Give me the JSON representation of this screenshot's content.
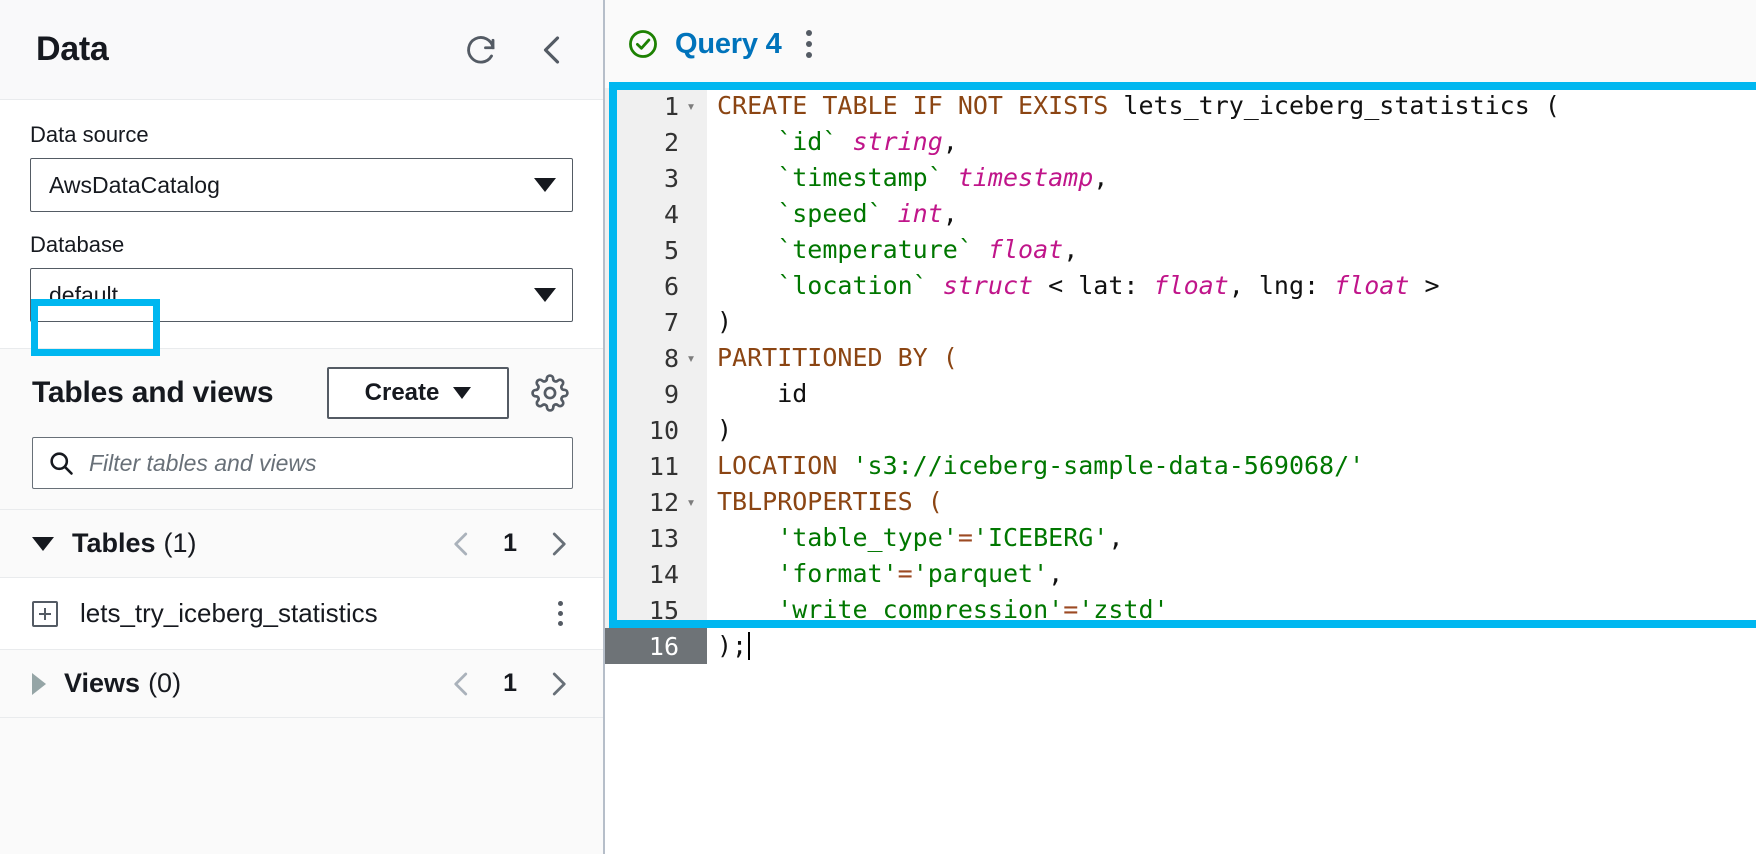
{
  "sidebar": {
    "title": "Data",
    "refresh_icon": "refresh-icon",
    "collapse_icon": "chevron-left-icon",
    "data_source": {
      "label": "Data source",
      "value": "AwsDataCatalog"
    },
    "database": {
      "label": "Database",
      "value": "default"
    },
    "tables_and_views": {
      "title": "Tables and views",
      "create_label": "Create",
      "settings_icon": "gear-icon",
      "filter_placeholder": "Filter tables and views"
    },
    "groups": [
      {
        "name": "Tables",
        "count": "(1)",
        "expanded": true,
        "page": "1"
      },
      {
        "name": "Views",
        "count": "(0)",
        "expanded": false,
        "page": "1"
      }
    ],
    "tables": [
      {
        "name": "lets_try_iceberg_statistics"
      }
    ]
  },
  "editor": {
    "tab": {
      "label": "Query 4",
      "status_icon": "check-circle-icon",
      "menu_icon": "kebab-menu-icon"
    },
    "lines": [
      {
        "num": "1",
        "fold": true,
        "tokens": [
          {
            "t": "CREATE TABLE IF NOT EXISTS ",
            "c": "tok-kw"
          },
          {
            "t": "lets_try_iceberg_statistics (",
            "c": "tok-plain"
          }
        ]
      },
      {
        "num": "2",
        "fold": false,
        "tokens": [
          {
            "t": "    `id` ",
            "c": "tok-str"
          },
          {
            "t": "string",
            "c": "tok-type"
          },
          {
            "t": ",",
            "c": "tok-plain"
          }
        ]
      },
      {
        "num": "3",
        "fold": false,
        "tokens": [
          {
            "t": "    `timestamp` ",
            "c": "tok-str"
          },
          {
            "t": "timestamp",
            "c": "tok-type"
          },
          {
            "t": ",",
            "c": "tok-plain"
          }
        ]
      },
      {
        "num": "4",
        "fold": false,
        "tokens": [
          {
            "t": "    `speed` ",
            "c": "tok-str"
          },
          {
            "t": "int",
            "c": "tok-type"
          },
          {
            "t": ",",
            "c": "tok-plain"
          }
        ]
      },
      {
        "num": "5",
        "fold": false,
        "tokens": [
          {
            "t": "    `temperature` ",
            "c": "tok-str"
          },
          {
            "t": "float",
            "c": "tok-type"
          },
          {
            "t": ",",
            "c": "tok-plain"
          }
        ]
      },
      {
        "num": "6",
        "fold": false,
        "tokens": [
          {
            "t": "    `location` ",
            "c": "tok-str"
          },
          {
            "t": "struct",
            "c": "tok-type"
          },
          {
            "t": " < lat: ",
            "c": "tok-plain"
          },
          {
            "t": "float",
            "c": "tok-type"
          },
          {
            "t": ", lng: ",
            "c": "tok-plain"
          },
          {
            "t": "float",
            "c": "tok-type"
          },
          {
            "t": " >",
            "c": "tok-plain"
          }
        ]
      },
      {
        "num": "7",
        "fold": false,
        "tokens": [
          {
            "t": ")",
            "c": "tok-plain"
          }
        ]
      },
      {
        "num": "8",
        "fold": true,
        "tokens": [
          {
            "t": "PARTITIONED BY (",
            "c": "tok-kw"
          }
        ]
      },
      {
        "num": "9",
        "fold": false,
        "tokens": [
          {
            "t": "    id",
            "c": "tok-plain"
          }
        ]
      },
      {
        "num": "10",
        "fold": false,
        "tokens": [
          {
            "t": ")",
            "c": "tok-plain"
          }
        ]
      },
      {
        "num": "11",
        "fold": false,
        "tokens": [
          {
            "t": "LOCATION ",
            "c": "tok-kw"
          },
          {
            "t": "'s3://iceberg-sample-data-569068/'",
            "c": "tok-str"
          }
        ]
      },
      {
        "num": "12",
        "fold": true,
        "tokens": [
          {
            "t": "TBLPROPERTIES (",
            "c": "tok-kw"
          }
        ]
      },
      {
        "num": "13",
        "fold": false,
        "tokens": [
          {
            "t": "    'table_type'",
            "c": "tok-str"
          },
          {
            "t": "=",
            "c": "tok-op"
          },
          {
            "t": "'ICEBERG'",
            "c": "tok-str"
          },
          {
            "t": ",",
            "c": "tok-plain"
          }
        ]
      },
      {
        "num": "14",
        "fold": false,
        "tokens": [
          {
            "t": "    'format'",
            "c": "tok-str"
          },
          {
            "t": "=",
            "c": "tok-op"
          },
          {
            "t": "'parquet'",
            "c": "tok-str"
          },
          {
            "t": ",",
            "c": "tok-plain"
          }
        ]
      },
      {
        "num": "15",
        "fold": false,
        "tokens": [
          {
            "t": "    'write_compression'",
            "c": "tok-str"
          },
          {
            "t": "=",
            "c": "tok-op"
          },
          {
            "t": "'zstd'",
            "c": "tok-str"
          }
        ]
      },
      {
        "num": "16",
        "fold": false,
        "active": true,
        "cursor": true,
        "tokens": [
          {
            "t": ");",
            "c": "tok-plain"
          }
        ]
      }
    ]
  },
  "annotations": {
    "accent_color": "#00b7f0",
    "database_highlight": "database-field-highlight",
    "code_highlight": "sql-statement-highlight"
  }
}
